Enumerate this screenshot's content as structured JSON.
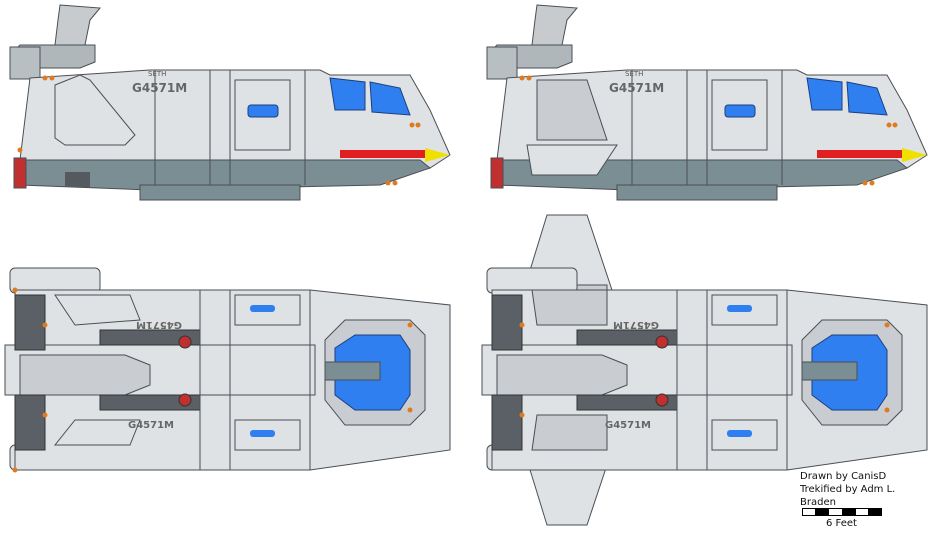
{
  "ship": {
    "name": "SETH",
    "registry": "G4571M",
    "registry_mirrored": "G4571M"
  },
  "credits": {
    "drawn_by": "Drawn by CanisD",
    "trekified_by": "Trekified by Adm L. Braden",
    "scale_label": "6 Feet"
  },
  "colors": {
    "hull": "#dfe2e4",
    "hull_shadow": "#c9cdd1",
    "dark_band": "#7a8e94",
    "panel_line": "#4a4f55",
    "window": "#2f7ff0",
    "stripe_red": "#e02020",
    "stripe_yellow": "#f0e000",
    "light_orange": "#e07a20"
  }
}
